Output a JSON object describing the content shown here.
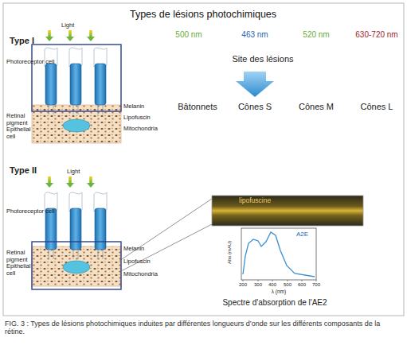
{
  "diagram": {
    "title": "Types de lésions photochimiques",
    "caption": "FIG. 3 : Types de lésions photochimiques induites par différentes longueurs d’onde sur les différents composants de la rétine.",
    "labels": [
      "Type I",
      "Light",
      "Photoreceptor cell",
      "Retinal pigment Epithelial cell",
      "Melanin",
      "Lipofuscin",
      "Mitochondria",
      "500 nm",
      "463 nm",
      "520 nm",
      "630-720 nm",
      "Site des lésions",
      "Bâtonnets",
      "Cônes S",
      "Cônes M",
      "Cônes L",
      "Type II",
      "Light",
      "Photoreceptor cell",
      "Retinal pigment Epithelial cell",
      "Melanin",
      "Lipofuscin",
      "Mitochondria",
      "lipofuscine",
      "A2E",
      "Abs (mAU)",
      "200",
      "300",
      "400",
      "500",
      "600",
      "700",
      "λ (nm)",
      "Spectre d'absorption de l'AE2"
    ]
  }
}
